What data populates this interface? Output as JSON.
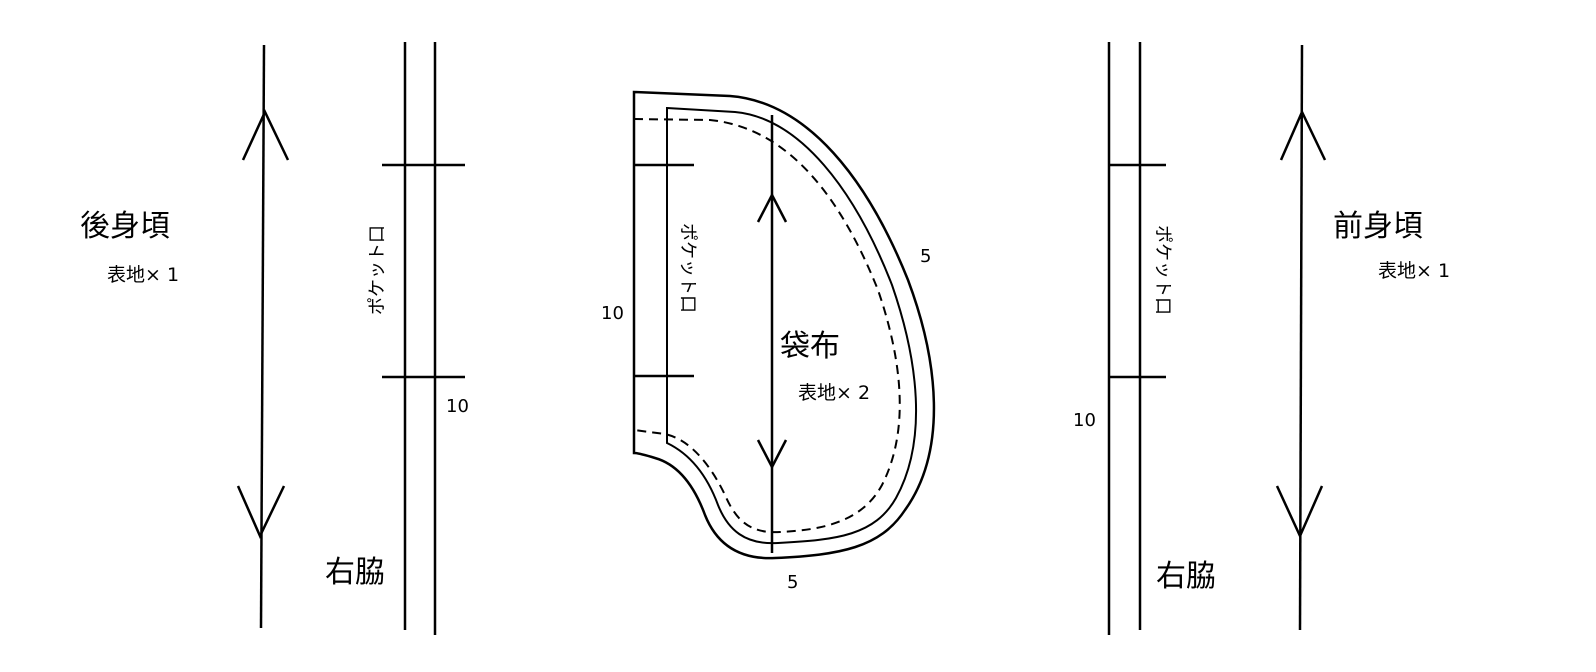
{
  "back_body": {
    "title": "後身頃",
    "note": "表地× 1",
    "side": "右脇",
    "pocket_label": "ポケット口",
    "measure": "10"
  },
  "bag": {
    "title": "袋布",
    "note": "表地× 2",
    "pocket_label": "ポケット口",
    "measure_left": "10",
    "measure_right": "5",
    "measure_bottom": "5"
  },
  "front_body": {
    "title": "前身頃",
    "note": "表地× 1",
    "side": "右脇",
    "pocket_label": "ポケット口",
    "measure": "10"
  }
}
